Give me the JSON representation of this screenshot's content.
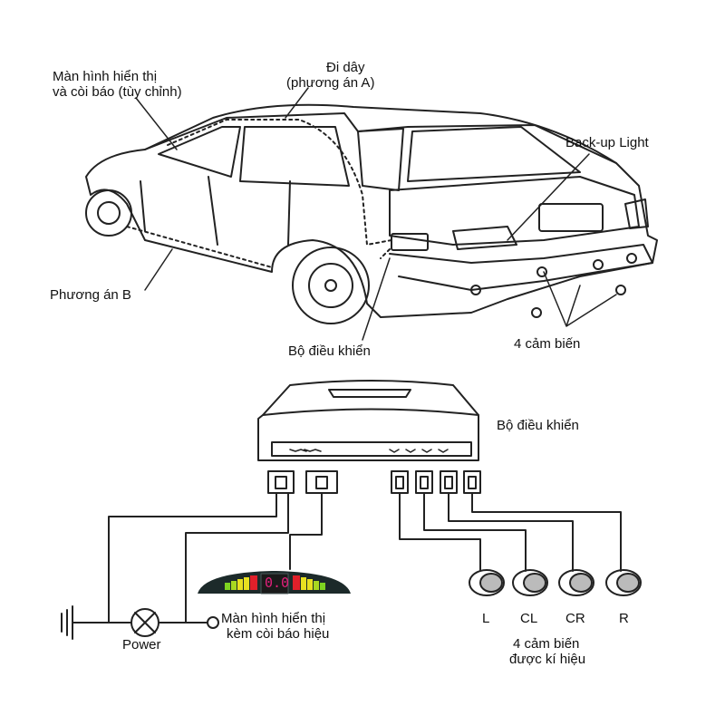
{
  "car_labels": {
    "display_line1": "Màn hình hiển thị",
    "display_line2": "và còi báo (tùy chỉnh)",
    "wiring_line1": "Đi dây",
    "wiring_line2": "(phương án A)",
    "backup_light": "Back-up Light",
    "option_b": "Phương án B",
    "controller": "Bộ điều khiển",
    "sensors": "4 cảm biến"
  },
  "wiring_labels": {
    "controller": "Bộ điều khiển",
    "power": "Power",
    "display_line1": "Màn hình hiển thị",
    "display_line2": "kèm còi báo hiệu",
    "sensor_names": [
      "L",
      "CL",
      "CR",
      "R"
    ],
    "sensors_line1": "4 cảm biến",
    "sensors_line2": "được kí hiệu"
  },
  "display_readout": "0.0",
  "colors": {
    "line": "#222222",
    "display_red": "#e0202a",
    "display_yellow": "#e8e020",
    "display_green": "#7ed321",
    "digits": "#e0207a"
  }
}
